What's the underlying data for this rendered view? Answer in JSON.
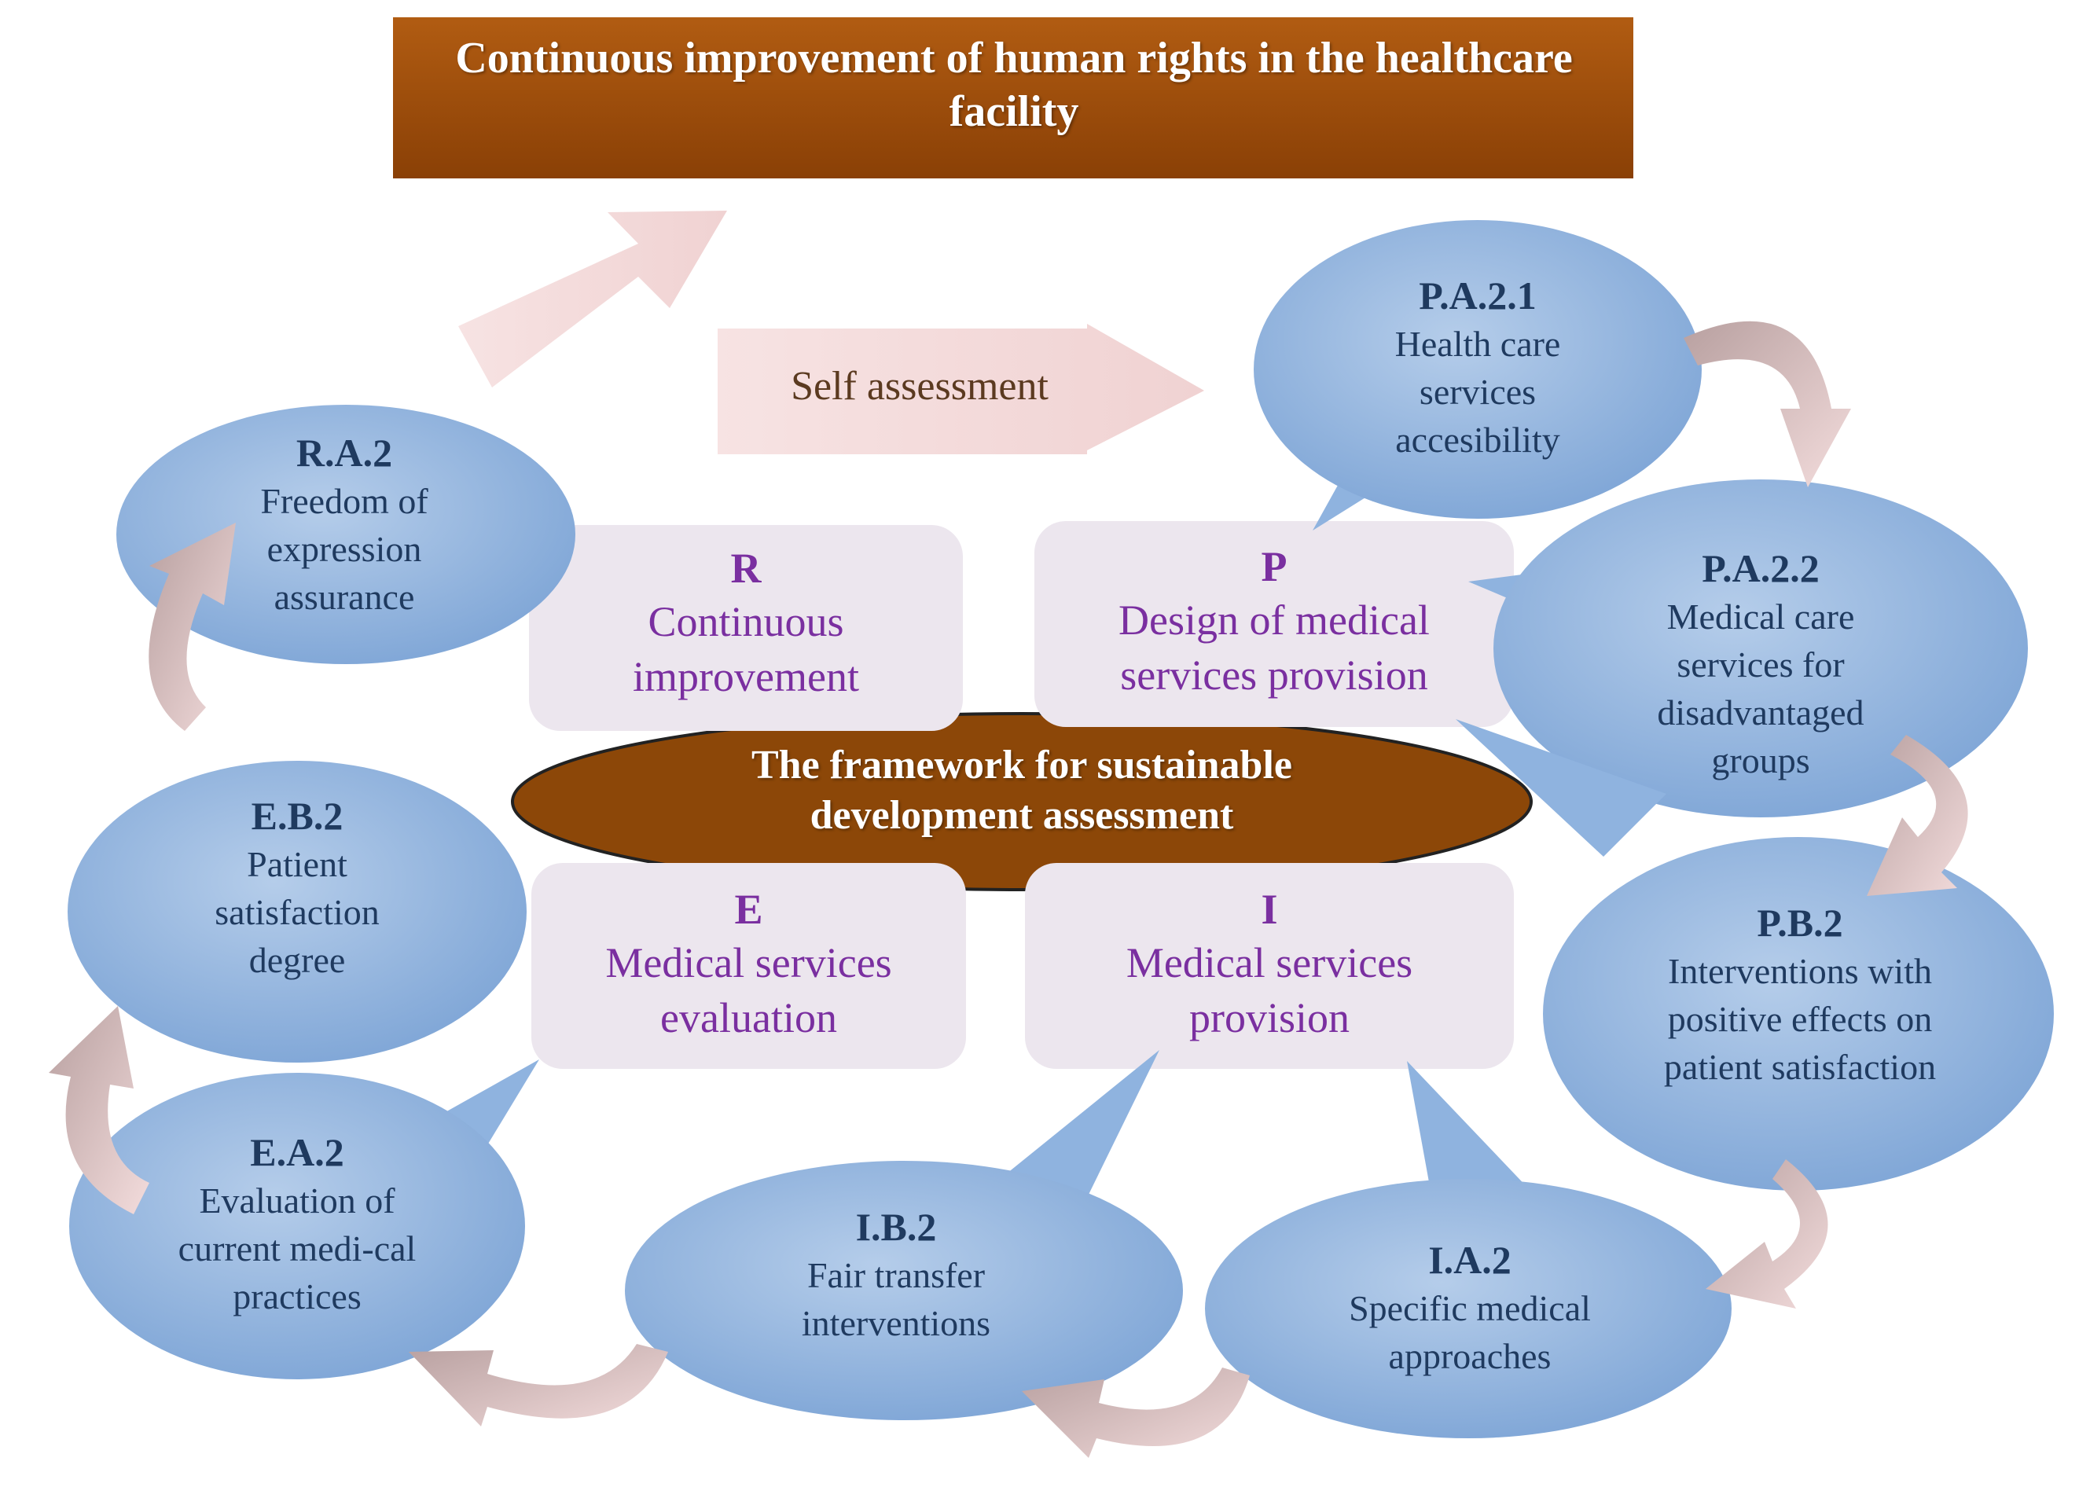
{
  "banner": {
    "title": "Continuous improvement of human rights in the healthcare facility"
  },
  "self_assessment": {
    "label": "Self assessment"
  },
  "center": {
    "title": "The framework for sustainable development assessment"
  },
  "quadrants": {
    "r": {
      "letter": "R",
      "label": "Continuous improvement"
    },
    "p": {
      "letter": "P",
      "label": "Design of medical services  provision"
    },
    "e": {
      "letter": "E",
      "label": "Medical services evaluation"
    },
    "i": {
      "letter": "I",
      "label": "Medical services provision"
    }
  },
  "bubbles": {
    "pa21": {
      "code": "P.A.2.1",
      "label": "Health care services accesibility"
    },
    "pa22": {
      "code": "P.A.2.2",
      "label": "Medical care services for disadvantaged groups"
    },
    "pb2": {
      "code": "P.B.2",
      "label": "Interventions with positive effects on patient satisfaction"
    },
    "ia2": {
      "code": "I.A.2",
      "label": "Specific medical approaches"
    },
    "ib2": {
      "code": "I.B.2",
      "label": "Fair transfer interventions"
    },
    "ea2": {
      "code": "E.A.2",
      "label": "Evaluation of current medi-cal practices"
    },
    "eb2": {
      "code": "E.B.2",
      "label": "Patient satisfaction degree"
    },
    "ra2": {
      "code": "R.A.2",
      "label": "Freedom of expression assurance"
    }
  },
  "colors": {
    "banner": "#9a4a08",
    "bubble": "#8fb3df",
    "quadrant": "#ece6ee",
    "quadrant_text": "#7a2fa0",
    "arrow_light": "#f3dede",
    "arrow_dark": "#c3aaaa"
  }
}
